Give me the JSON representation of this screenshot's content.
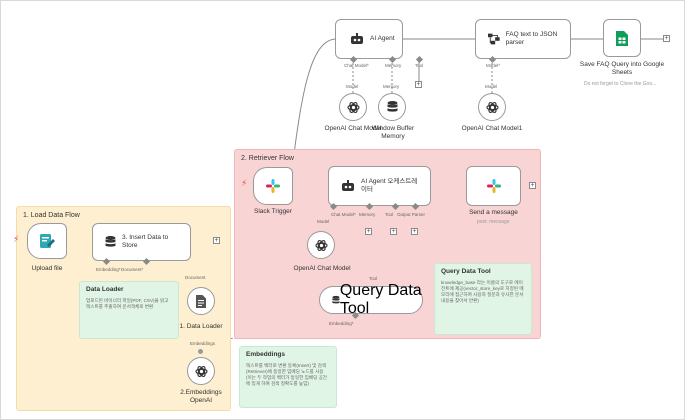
{
  "groups": {
    "load": {
      "title": "1. Load Data Flow"
    },
    "retriever": {
      "title": "2. Retriever Flow"
    }
  },
  "nodes": {
    "ai_agent": {
      "label": "AI Agent",
      "ports": {
        "chat_model": "Chat Model*",
        "memory": "Memory",
        "tool": "Tool"
      }
    },
    "faq_json": {
      "label": "FAQ text to JSON parser",
      "ports": {
        "model": "Model*"
      }
    },
    "save_faq": {
      "label": "Save FAQ Query into Google Sheets",
      "subtitle": "Do not forget to Clone the Goo..."
    },
    "openai_chat_model_top": {
      "label": "OpenAI Chat Model",
      "port": "Model"
    },
    "window_buffer": {
      "label": "Window Buffer Memory",
      "port": "Memory"
    },
    "openai_chat_model1": {
      "label": "OpenAI Chat Model1",
      "port": "Model"
    },
    "slack_trigger": {
      "label": "Slack Trigger"
    },
    "ai_agent_orch": {
      "label": "AI Agent 오케스트레이터",
      "ports": {
        "chat_model": "Chat Model*",
        "memory": "Memory",
        "tool": "Tool",
        "output_parser": "Output Parser"
      }
    },
    "send_message": {
      "label": "Send a message",
      "subtitle": "post: message"
    },
    "openai_chat_model_retr": {
      "label": "OpenAI Chat Model",
      "port": "Model"
    },
    "query_data_tool": {
      "label": "Query Data Tool",
      "port_top": "Tool",
      "port_bottom": "Embedding*"
    },
    "upload_file": {
      "label": "Upload file"
    },
    "insert_data": {
      "label": "3. Insert Data to Store",
      "ports": {
        "embedding": "Embedding*",
        "document": "Document*"
      }
    },
    "data_loader": {
      "label": "1. Data Loader",
      "port_top": "Document",
      "port_bottom": "Embeddings"
    },
    "embeddings_openai": {
      "label": "2.Embeddings OpenAI"
    }
  },
  "notes": {
    "data_loader": {
      "title": "Data Loader",
      "body": "업로드된 바이너리 파일(PDF, CSV)을 읽고 텍스트를 추출하여 문서객체로 변환"
    },
    "query_data_tool": {
      "title": "Query Data Tool",
      "body": "knowledge_base 라는 이름의 도구로 에이전트에 제공(vector_store_key로 지정된 메모리에 접근하여 사용자 질문과 유사한 문서내용을 찾아서 반환)"
    },
    "embeddings": {
      "title": "Embeddings",
      "body": "텍스트를 벡터로 변환 등록(Insert) 및 검색(Retriever)에 동일한 임베딩 노드를 사용 (이는 두 작업의 벡터가 동일한 임베딩 공간에 있게 하여 검색 정확도를 높임)"
    }
  },
  "colors": {
    "load_group": "#fdefcf",
    "retriever_group": "#f9d4d4",
    "note_green": "#e1f5e6",
    "trigger": "#e74c3c",
    "sheets": "#0f9d58"
  }
}
